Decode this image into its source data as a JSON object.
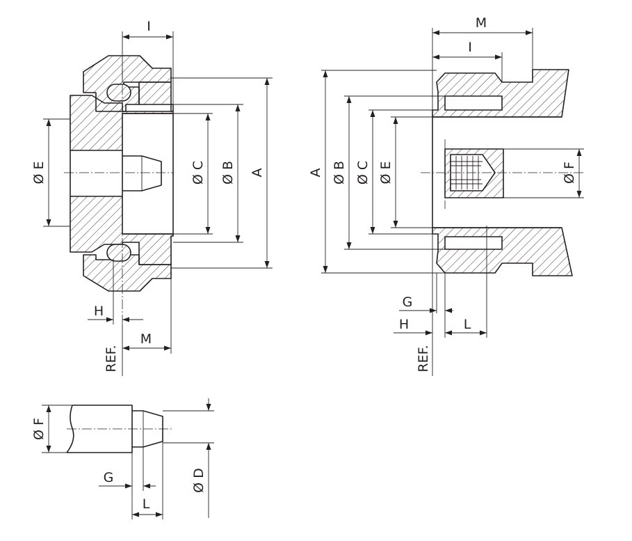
{
  "left_view": {
    "dim_A": "A",
    "dim_B": "Ø B",
    "dim_C": "Ø C",
    "dim_E": "Ø E",
    "dim_I": "I",
    "dim_H": "H",
    "dim_M": "M",
    "ref": "REF."
  },
  "right_view": {
    "dim_A": "A",
    "dim_B": "Ø B",
    "dim_C": "Ø C",
    "dim_E": "Ø E",
    "dim_F": "Ø F",
    "dim_I": "I",
    "dim_M": "M",
    "dim_G": "G",
    "dim_H": "H",
    "dim_L": "L",
    "ref": "REF."
  },
  "pin_view": {
    "dim_F": "Ø F",
    "dim_D": "Ø D",
    "dim_G": "G",
    "dim_L": "L"
  }
}
